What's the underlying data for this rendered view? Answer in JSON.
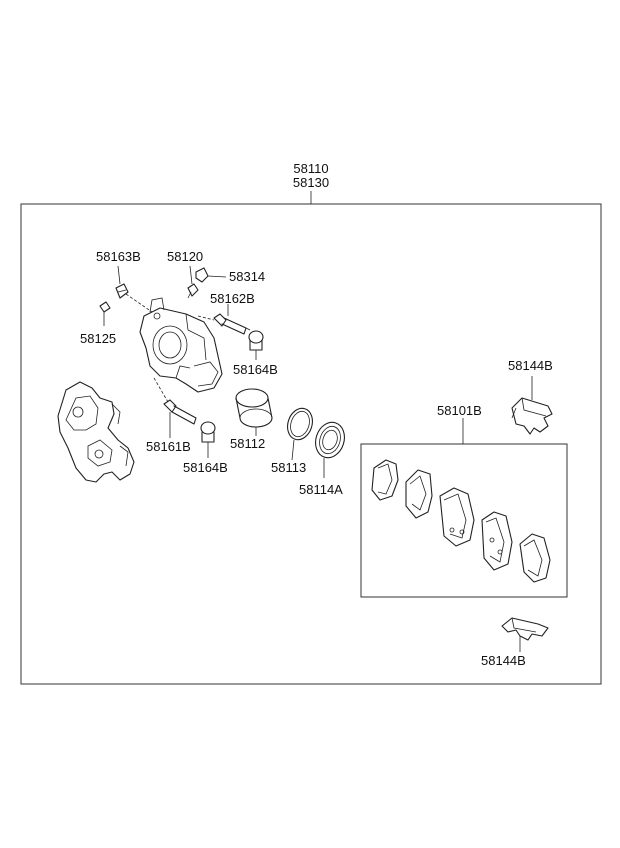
{
  "assembly": {
    "number_1": "58110",
    "number_2": "58130"
  },
  "labels": {
    "p58163B": "58163B",
    "p58120": "58120",
    "p58314": "58314",
    "p58162B": "58162B",
    "p58125": "58125",
    "p58164B_top": "58164B",
    "p58161B": "58161B",
    "p58112": "58112",
    "p58164B_bottom": "58164B",
    "p58113": "58113",
    "p58114A": "58114A",
    "p58144B_top": "58144B",
    "p58101B": "58101B",
    "p58144B_bottom": "58144B"
  }
}
